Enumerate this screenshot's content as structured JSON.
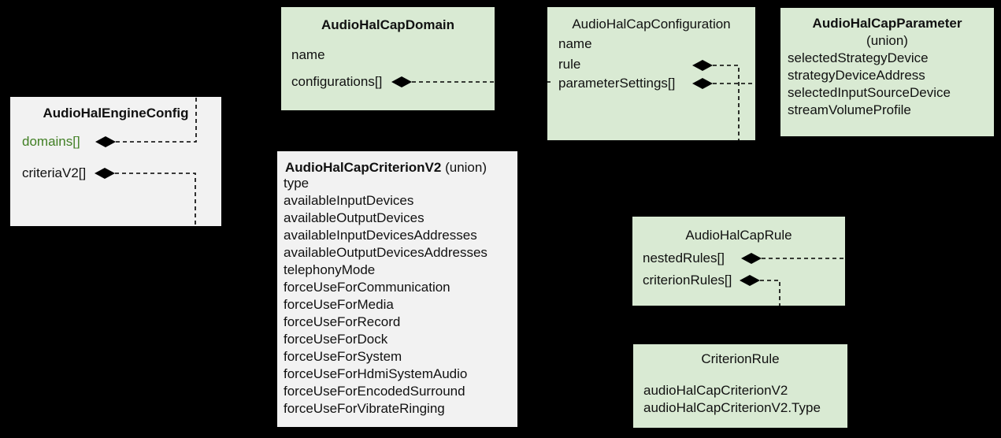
{
  "colors": {
    "background": "#000000",
    "green_box_fill": "#d9ead3",
    "gray_box_fill": "#f2f2f2",
    "connector_line": "#000000",
    "diamond_fill": "#000000",
    "domains_field_green": "#417f24"
  },
  "boxes": {
    "engine": {
      "title": "AudioHalEngineConfig",
      "items": {
        "domains": "domains[]",
        "criteriaV2": "criteriaV2[]"
      }
    },
    "domain": {
      "title": "AudioHalCapDomain",
      "items": {
        "name": "name",
        "configurations": "configurations[]"
      }
    },
    "configuration": {
      "title": "AudioHalCapConfiguration",
      "items": {
        "name": "name",
        "rule": "rule",
        "parameterSettings": "parameterSettings[]"
      }
    },
    "parameter": {
      "title": "AudioHalCapParameter",
      "subtitle": "(union)",
      "items": {
        "selectedStrategyDevice": "selectedStrategyDevice",
        "strategyDeviceAddress": "strategyDeviceAddress",
        "selectedInputSourceDevice": "selectedInputSourceDevice",
        "streamVolumeProfile": "streamVolumeProfile"
      }
    },
    "criterion": {
      "title": "AudioHalCapCriterionV2",
      "title_suffix": " (union)",
      "items": [
        "type",
        "availableInputDevices",
        "availableOutputDevices",
        "availableInputDevicesAddresses",
        "availableOutputDevicesAddresses",
        "telephonyMode",
        "forceUseForCommunication",
        "forceUseForMedia",
        "forceUseForRecord",
        "forceUseForDock",
        "forceUseForSystem",
        "forceUseForHdmiSystemAudio",
        "forceUseForEncodedSurround",
        "forceUseForVibrateRinging"
      ]
    },
    "rule": {
      "title": "AudioHalCapRule",
      "items": {
        "nestedRules": "nestedRules[]",
        "criterionRules": "criterionRules[]"
      }
    },
    "criterionRule": {
      "title": "CriterionRule",
      "items": {
        "criterionV2": "audioHalCapCriterionV2",
        "criterionV2Type": "audioHalCapCriterionV2.Type"
      }
    }
  }
}
